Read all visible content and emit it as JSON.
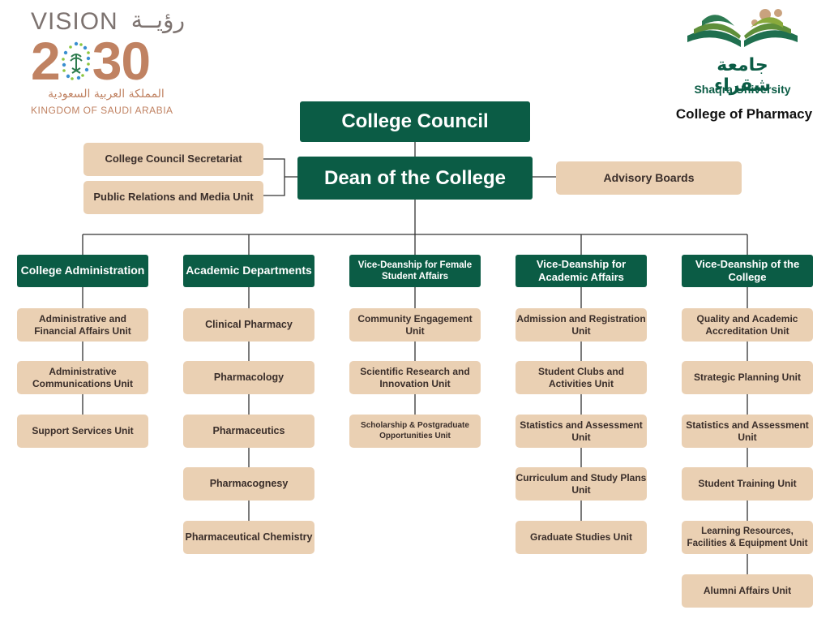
{
  "vision": {
    "word": "VISION",
    "arabic_word": "رؤيــة",
    "year_left": "2",
    "year_right": "30",
    "kingdom_arabic": "المملكة العربية السعودية",
    "kingdom": "KINGDOM OF SAUDI ARABIA"
  },
  "university": {
    "arabic_name": "جامعة شقراء",
    "name": "Shaqra University",
    "college": "College of Pharmacy"
  },
  "colors": {
    "green": "#0b5c45",
    "tan": "#ead0b3",
    "connector": "#333333",
    "vision_gold": "#c08262"
  },
  "top": {
    "council": "College Council",
    "dean": "Dean of the College",
    "secretariat": "College Council Secretariat",
    "public_relations": "Public Relations and Media Unit",
    "advisory": "Advisory Boards"
  },
  "columns": [
    {
      "title": "College Administration",
      "units": [
        "Administrative and Financial Affairs Unit",
        "Administrative Communications Unit",
        "Support Services Unit"
      ]
    },
    {
      "title": "Academic Departments",
      "units": [
        "Clinical Pharmacy",
        "Pharmacology",
        "Pharmaceutics",
        "Pharmacognesy",
        "Pharmaceutical Chemistry"
      ]
    },
    {
      "title": "Vice-Deanship for Female Student Affairs",
      "units": [
        "Community Engagement Unit",
        "Scientific Research and Innovation Unit",
        "Scholarship & Postgraduate Opportunities Unit"
      ]
    },
    {
      "title": "Vice-Deanship for Academic Affairs",
      "units": [
        "Admission and Registration Unit",
        "Student Clubs and Activities Unit",
        "Statistics and Assessment Unit",
        "Curriculum and Study Plans Unit",
        "Graduate Studies Unit"
      ]
    },
    {
      "title": "Vice-Deanship of the College",
      "units": [
        "Quality and Academic Accreditation Unit",
        "Strategic Planning Unit",
        "Statistics and Assessment Unit",
        "Student Training Unit",
        "Learning Resources, Facilities & Equipment Unit",
        "Alumni Affairs Unit"
      ]
    }
  ]
}
